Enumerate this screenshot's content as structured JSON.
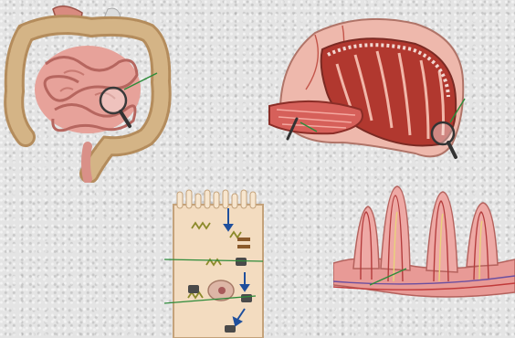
{
  "figure": {
    "panels": [
      {
        "id": "digestive-tract",
        "icon": "digestive-system-illustration"
      },
      {
        "id": "intestine-section",
        "icon": "small-intestine-cross-section-illustration"
      },
      {
        "id": "epithelial-cell",
        "icon": "absorptive-cell-illustration"
      },
      {
        "id": "villi",
        "icon": "intestinal-villi-illustration"
      }
    ],
    "colors": {
      "background": "#e4e4e4",
      "tissue_pink": "#e9a3a0",
      "colon_tan": "#c7a57a",
      "mucosa_red": "#c9413c",
      "cell_beige": "#f3dcc0",
      "accent_green": "#2e8b3a"
    }
  }
}
